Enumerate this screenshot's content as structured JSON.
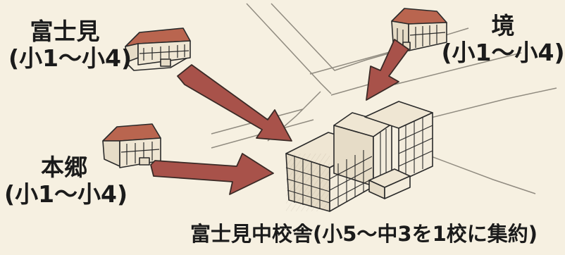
{
  "labels": {
    "fujimi": {
      "name": "富士見",
      "grades": "(小1〜小4)"
    },
    "sakai": {
      "name": "境",
      "grades": "(小1〜小4)"
    },
    "hongo": {
      "name": "本郷",
      "grades": "(小1〜小4)"
    },
    "main_campus": "富士見中校舎(小5〜中3を1校に集約)"
  },
  "icons": {
    "fujimi_school": "small-school-building-icon",
    "sakai_school": "small-school-building-icon",
    "hongo_school": "small-school-building-icon",
    "main_school": "large-school-building-icon",
    "arrows": "arrow-icon"
  },
  "colors": {
    "background": "#f6f0e1",
    "arrow_fill": "#a8524a",
    "roof": "#b9654f",
    "ink": "#2a2a2a"
  }
}
